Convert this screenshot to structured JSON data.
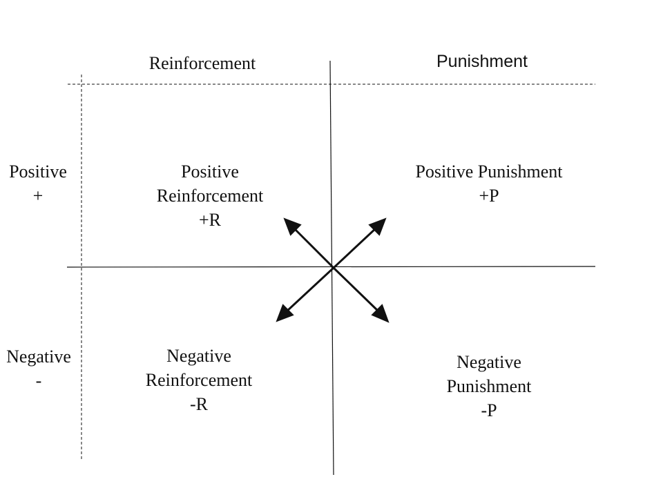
{
  "headers": {
    "reinforcement": "Reinforcement",
    "punishment": "Punishment"
  },
  "rows": {
    "positive": {
      "label": "Positive",
      "sign": "+"
    },
    "negative": {
      "label": "Negative",
      "sign": "-"
    }
  },
  "quadrants": {
    "positive_reinforcement": {
      "line1": "Positive",
      "line2": "Reinforcement",
      "abbr": "+R"
    },
    "positive_punishment": {
      "line1": "Positive Punishment",
      "abbr": "+P"
    },
    "negative_reinforcement": {
      "line1": "Negative",
      "line2": "Reinforcement",
      "abbr": "-R"
    },
    "negative_punishment": {
      "line1": "Negative",
      "line2": "Punishment",
      "abbr": "-P"
    }
  },
  "colors": {
    "line": "#111111",
    "text": "#111111"
  }
}
